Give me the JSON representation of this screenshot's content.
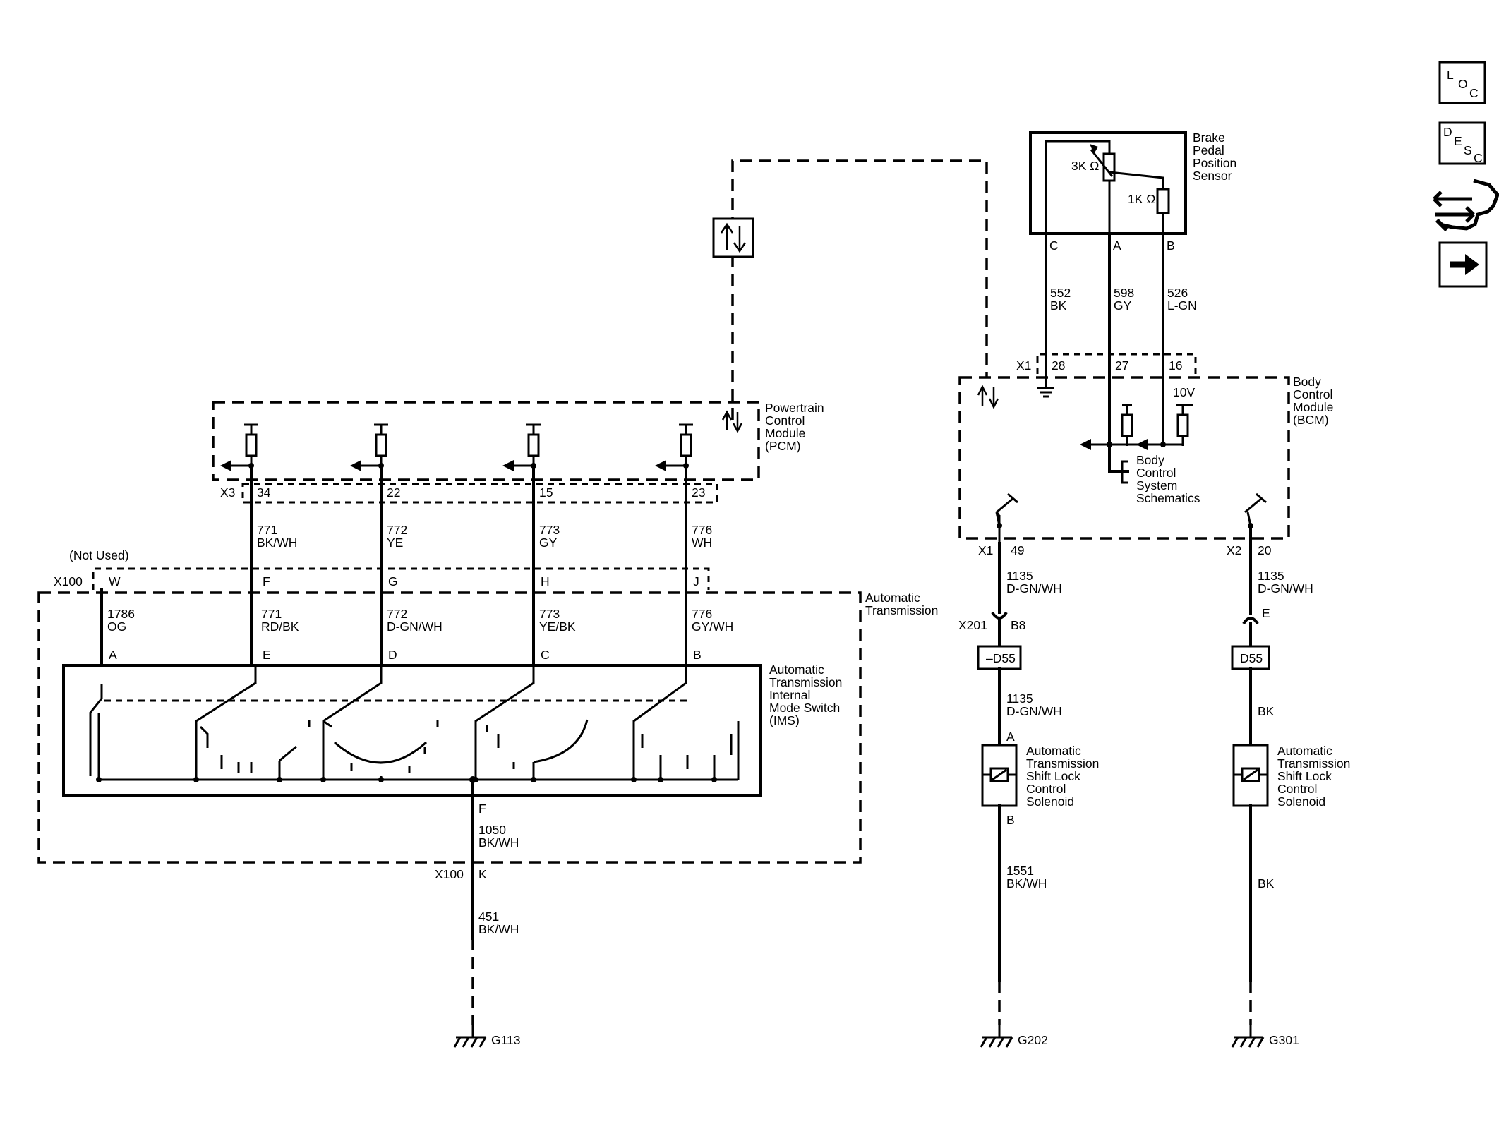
{
  "nav": {
    "loc": [
      "L",
      "O",
      "C"
    ],
    "desc": [
      "D",
      "E",
      "S",
      "C"
    ]
  },
  "pcm": {
    "name": [
      "Powertrain",
      "Control",
      "Module",
      "(PCM)"
    ],
    "connector": "X3",
    "pins": [
      "34",
      "22",
      "15",
      "23"
    ]
  },
  "bcm": {
    "name": [
      "Body",
      "Control",
      "Module",
      "(BCM)"
    ],
    "connector_x1": "X1",
    "pins_x1": [
      "28",
      "27",
      "16"
    ],
    "voltage": "10V",
    "ref": [
      "Body",
      "Control",
      "System",
      "Schematics"
    ],
    "out1_conn": "X1",
    "out1_pin": "49",
    "out2_conn": "X2",
    "out2_pin": "20"
  },
  "sensor": {
    "name": [
      "Brake",
      "Pedal",
      "Position",
      "Sensor"
    ],
    "r1": "3K Ω",
    "r2": "1K Ω",
    "pins": [
      "C",
      "A",
      "B"
    ]
  },
  "sensor_wires": [
    {
      "circuit": "552",
      "color": "BK"
    },
    {
      "circuit": "598",
      "color": "GY"
    },
    {
      "circuit": "526",
      "color": "L-GN"
    }
  ],
  "pcm_wires": [
    {
      "circuit": "771",
      "color": "BK/WH"
    },
    {
      "circuit": "772",
      "color": "YE"
    },
    {
      "circuit": "773",
      "color": "GY"
    },
    {
      "circuit": "776",
      "color": "WH"
    }
  ],
  "x100": {
    "name": "X100",
    "not_used": "(Not Used)",
    "pins": [
      "W",
      "F",
      "G",
      "H",
      "J"
    ],
    "ground_pin": "K"
  },
  "trans_wires": [
    {
      "circuit": "1786",
      "color": "OG"
    },
    {
      "circuit": "771",
      "color": "RD/BK"
    },
    {
      "circuit": "772",
      "color": "D-GN/WH"
    },
    {
      "circuit": "773",
      "color": "YE/BK"
    },
    {
      "circuit": "776",
      "color": "GY/WH"
    }
  ],
  "trans": {
    "name": [
      "Automatic",
      "Transmission"
    ],
    "ims_name": [
      "Automatic",
      "Transmission",
      "Internal",
      "Mode Switch",
      "(IMS)"
    ],
    "ims_pins": [
      "A",
      "E",
      "D",
      "C",
      "B"
    ],
    "ground_pin": "F"
  },
  "ground_left": {
    "w1": {
      "circuit": "1050",
      "color": "BK/WH"
    },
    "w2": {
      "circuit": "451",
      "color": "BK/WH"
    },
    "label": "G113"
  },
  "shift_lock_1": {
    "w1": {
      "circuit": "1135",
      "color": "D-GN/WH"
    },
    "conn": "X201",
    "conn_pin": "B8",
    "option": "–D55",
    "w2": {
      "circuit": "1135",
      "color": "D-GN/WH"
    },
    "pin_a": "A",
    "name": [
      "Automatic",
      "Transmission",
      "Shift Lock",
      "Control",
      "Solenoid"
    ],
    "pin_b": "B",
    "w3": {
      "circuit": "1551",
      "color": "BK/WH"
    },
    "ground": "G202"
  },
  "shift_lock_2": {
    "w1": {
      "circuit": "1135",
      "color": "D-GN/WH"
    },
    "conn_pin": "E",
    "option": "D55",
    "w2": {
      "circuit": "",
      "color": "BK"
    },
    "name": [
      "Automatic",
      "Transmission",
      "Shift Lock",
      "Control",
      "Solenoid"
    ],
    "w3": {
      "circuit": "",
      "color": "BK"
    },
    "ground": "G301"
  }
}
